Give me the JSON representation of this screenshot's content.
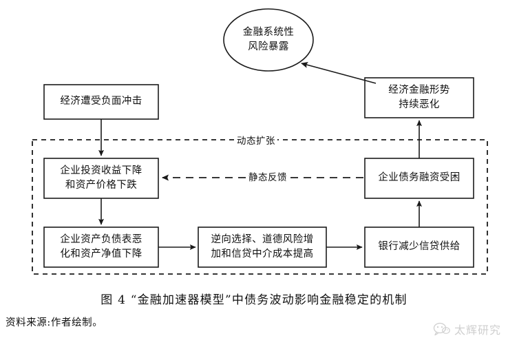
{
  "figure": {
    "caption": "图 4  “金融加速器模型”中债务波动影响金融稳定的机制",
    "source_note": "资料来源:作者绘制。"
  },
  "nodes": {
    "systemic_risk": {
      "label_line1": "金融系统性",
      "label_line2": "风险暴露",
      "shape": "ellipse"
    },
    "negative_shock": {
      "label_line1": "经济遭受负面冲击",
      "label_line2": "",
      "shape": "rect"
    },
    "econ_deterioration": {
      "label_line1": "经济金融形势",
      "label_line2": "持续恶化",
      "shape": "rect"
    },
    "investment_return_drop": {
      "label_line1": "企业投资收益下降",
      "label_line2": "和资产价格下跌",
      "shape": "rect"
    },
    "debt_financing_distress": {
      "label_line1": "企业债务融资受困",
      "label_line2": "",
      "shape": "rect"
    },
    "balance_sheet_deterioration": {
      "label_line1": "企业资产负债表恶",
      "label_line2": "化和资产净值下降",
      "shape": "rect"
    },
    "adverse_selection": {
      "label_line1": "逆向选择、道德风险增",
      "label_line2": "加和信贷中介成本提高",
      "shape": "rect"
    },
    "bank_credit_reduction": {
      "label_line1": "银行减少信贷供给",
      "label_line2": "",
      "shape": "rect"
    }
  },
  "edge_labels": {
    "dynamic_expansion": "动态扩张",
    "static_feedback": "静态反馈"
  },
  "watermark": {
    "text": "太辉研究",
    "icon": "wechat-bubble-icon"
  },
  "colors": {
    "stroke": "#1a1a1a",
    "background": "#ffffff",
    "watermark": "#8e8e8e"
  }
}
